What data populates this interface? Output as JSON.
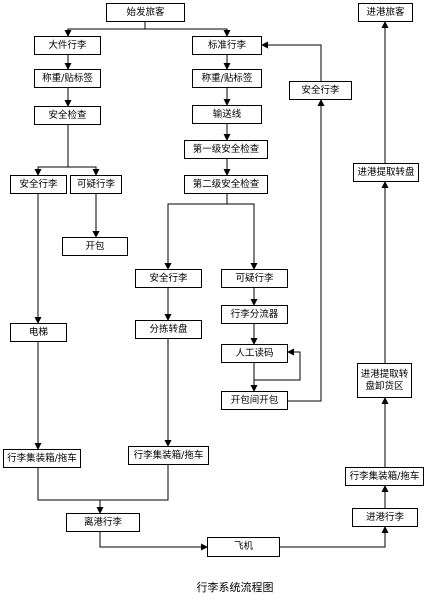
{
  "diagram": {
    "caption": "行李系统流程图",
    "nodes": {
      "departure_hall": "始发旅客",
      "oversized_baggage": "大件行李",
      "weigh_tag_left": "称重/贴标签",
      "security_check_left": "安全检查",
      "safe_baggage_left": "安全行李",
      "suspicious_baggage_left": "可疑行李",
      "open_bag_left": "开包",
      "elevator": "电梯",
      "container_cart_left": "行李集装箱/拖车",
      "standard_baggage": "标准行李",
      "weigh_tag_right": "称重/贴标签",
      "conveyor": "输送线",
      "level1_security": "第一级安全检查",
      "level2_security": "第二级安全检查",
      "safe_baggage_mid": "安全行李",
      "suspicious_baggage_mid": "可疑行李",
      "sorting_carousel": "分拣转盘",
      "diverter": "行李分流器",
      "manual_barcode": "人工读码",
      "open_bag_room": "开包间开包",
      "safe_baggage_return": "安全行李",
      "container_cart_mid": "行李集装箱/拖车",
      "departing_baggage": "离港行李",
      "aircraft": "飞机",
      "arrival_passenger": "进港旅客",
      "arrival_claim_carousel": "进港提取转盘",
      "arrival_unload_area": "进港提取转盘卸货区",
      "container_cart_arrival": "行李集装箱/拖车",
      "arriving_baggage": "进港行李"
    }
  }
}
